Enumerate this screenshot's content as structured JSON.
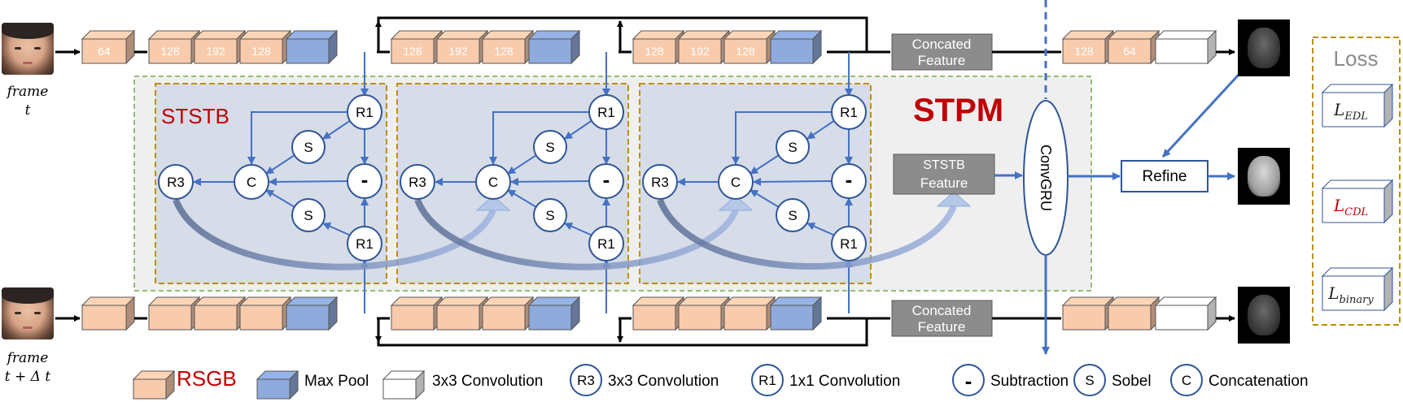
{
  "inputs": {
    "frame_t": [
      "frame",
      "t"
    ],
    "frame_t_dt": [
      "frame",
      "t + Δ t"
    ]
  },
  "top_branch": {
    "first_block": "64",
    "stage_labels": [
      "128",
      "192",
      "128"
    ],
    "concat_label": [
      "Concated",
      "Feature"
    ],
    "decoder_labels": [
      "128",
      "64"
    ]
  },
  "bottom_branch": {
    "concat_label": [
      "Concated",
      "Feature"
    ]
  },
  "ststb_title": "STSTB",
  "stpm_title": "STPM",
  "nodes": {
    "r1": "R1",
    "r3": "R3",
    "sobel": "S",
    "concat": "C",
    "subtract": "-"
  },
  "ststb_feature": [
    "STSTB",
    "Feature"
  ],
  "convgru": "ConvGRU",
  "refine": "Refine",
  "loss": {
    "title": "Loss",
    "items": [
      {
        "main": "L",
        "sub": "EDL",
        "color": "#1f1f1f",
        "box": "#2f5597"
      },
      {
        "main": "L",
        "sub": "CDL",
        "color": "#c00000",
        "box": "#2f5597"
      },
      {
        "main": "L",
        "sub": "binary",
        "color": "#1f1f1f",
        "box": "#2f5597"
      }
    ]
  },
  "legend": [
    {
      "key": "rsgb",
      "label": "RSGB"
    },
    {
      "key": "maxpool",
      "label": "Max Pool"
    },
    {
      "key": "conv3",
      "label": "3x3 Convolution"
    },
    {
      "key": "r3",
      "symbol": "R3",
      "label": "3x3 Convolution"
    },
    {
      "key": "r1",
      "symbol": "R1",
      "label": "1x1 Convolution"
    },
    {
      "key": "sub",
      "symbol": "-",
      "label": "Subtraction"
    },
    {
      "key": "sobel",
      "symbol": "S",
      "label": "Sobel"
    },
    {
      "key": "concat",
      "symbol": "C",
      "label": "Concatenation"
    }
  ],
  "colors": {
    "rsgb": "#f8cbad",
    "maxpool": "#8faadc",
    "arrow_blue": "#4472c4",
    "red_title": "#c00000",
    "gray_box": "#8c8c8c",
    "ststb_border": "#bf9000",
    "stpm_border": "#70ad47",
    "loss_border": "#bf9000"
  }
}
